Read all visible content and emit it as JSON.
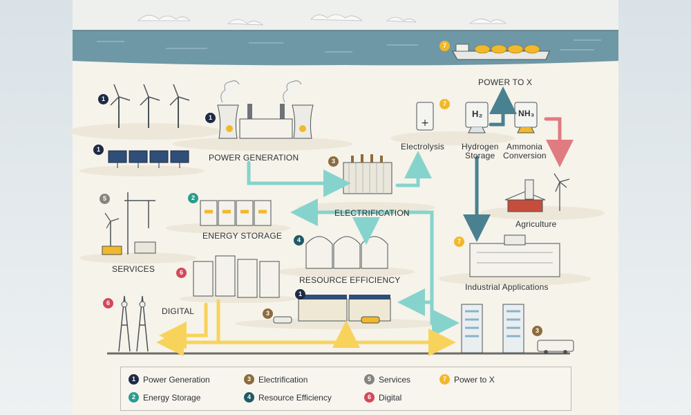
{
  "colors": {
    "navy": "#1d2b45",
    "brown": "#8d6b3c",
    "teal": "#2a9d8f",
    "darkteal": "#1e5b66",
    "gray": "#85857f",
    "red": "#d3485a",
    "yellow": "#f2b829",
    "flow_teal": "#86d3cd",
    "flow_dark": "#4a8190",
    "flow_red": "#e07b82",
    "flow_yellow": "#f8d35c",
    "sea": "#6f98a6"
  },
  "labels": {
    "power_to_x": "POWER TO X",
    "power_generation": "POWER GENERATION",
    "electrolysis": "Electrolysis",
    "hydrogen_storage_1": "Hydrogen",
    "hydrogen_storage_2": "Storage",
    "ammonia_conversion_1": "Ammonia",
    "ammonia_conversion_2": "Conversion",
    "electrification": "ELECTRIFICATION",
    "energy_storage": "ENERGY STORAGE",
    "agriculture": "Agriculture",
    "services": "SERVICES",
    "resource_efficiency": "RESOURCE EFFICIENCY",
    "industrial_applications": "Industrial Applications",
    "digital": "DIGITAL",
    "h2_symbol": "H₂",
    "nh3_symbol": "NH₃"
  },
  "badges": {
    "ship": "7",
    "wind": "1",
    "plant": "1",
    "solar": "1",
    "electrolysis": "7",
    "transformer": "3",
    "services": "5",
    "energy_storage": "2",
    "resource_efficiency": "4",
    "industrial": "7",
    "digital_servers": "6",
    "digital_towers": "6",
    "houses": "1",
    "car": "3",
    "bus": "3"
  },
  "legend": [
    {
      "num": "1",
      "label": "Power Generation",
      "color": "#1d2b45"
    },
    {
      "num": "3",
      "label": "Electrification",
      "color": "#8d6b3c"
    },
    {
      "num": "5",
      "label": "Services",
      "color": "#85857f"
    },
    {
      "num": "7",
      "label": "Power to X",
      "color": "#f2b829"
    },
    {
      "num": "2",
      "label": "Energy Storage",
      "color": "#2a9d8f"
    },
    {
      "num": "4",
      "label": "Resource Efficiency",
      "color": "#1e5b66"
    },
    {
      "num": "6",
      "label": "Digital",
      "color": "#d3485a"
    }
  ]
}
